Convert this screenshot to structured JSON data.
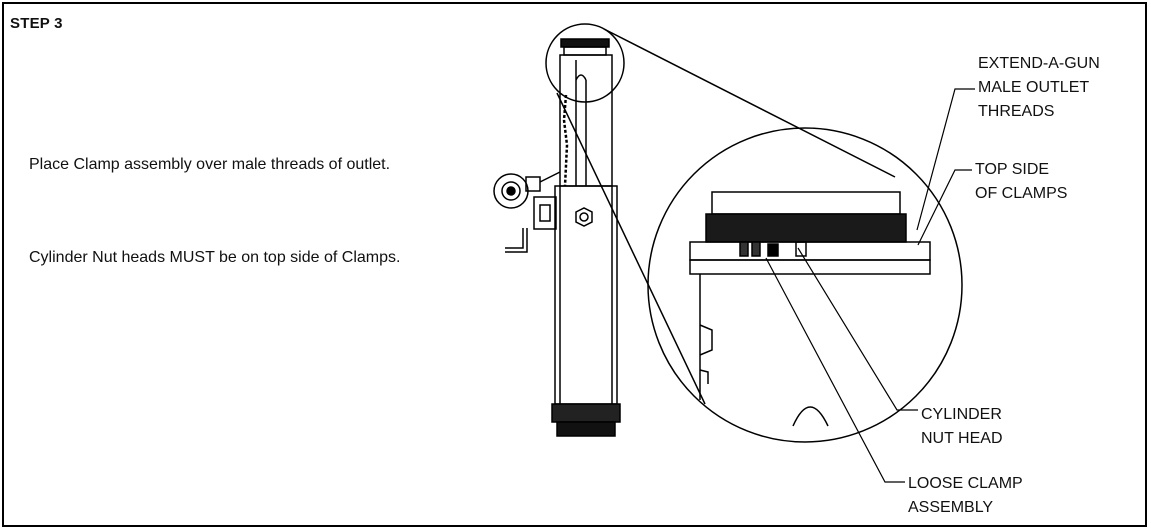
{
  "step": {
    "title": "STEP 3"
  },
  "instructions": [
    "Place Clamp assembly over male threads of outlet.",
    "Cylinder Nut heads MUST be on top side of Clamps."
  ],
  "callouts": {
    "outlet_threads": [
      "EXTEND-A-GUN",
      "MALE OUTLET",
      "THREADS"
    ],
    "top_side": [
      "TOP SIDE",
      "OF CLAMPS"
    ],
    "cylinder_nut": [
      "CYLINDER",
      "NUT HEAD"
    ],
    "loose_clamp": [
      "LOOSE CLAMP",
      "ASSEMBLY"
    ]
  }
}
